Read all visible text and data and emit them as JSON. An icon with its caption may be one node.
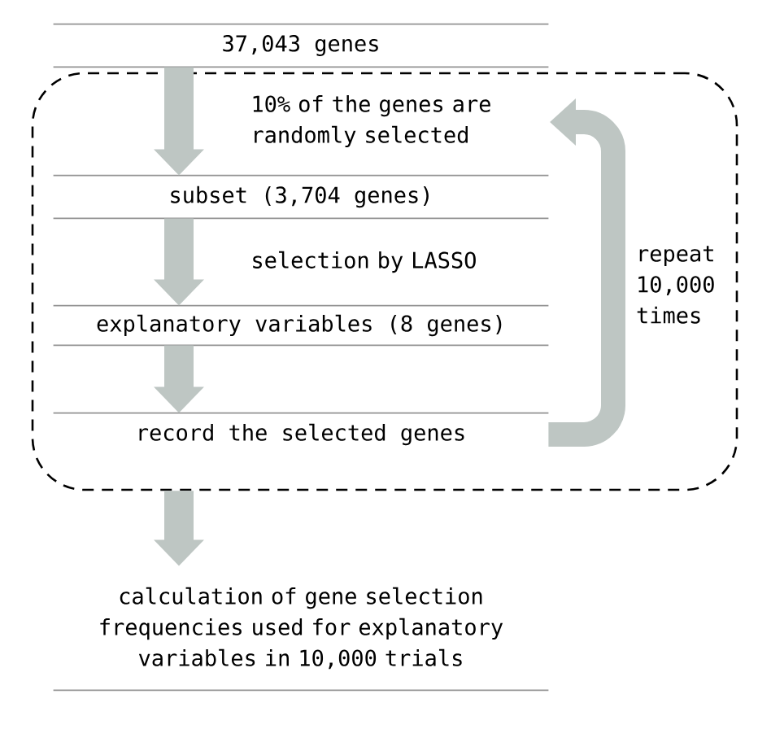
{
  "diagram": {
    "nodes": [
      {
        "text": [
          "37,043 genes"
        ]
      },
      {
        "text": [],
        "shape": "box"
      },
      {
        "text": [
          "subset (3,704 genes)"
        ],
        "in": 1
      },
      {
        "text": [
          "explanatory variables (8 genes)"
        ],
        "in": 1
      },
      {
        "text": [
          "record the selected genes"
        ],
        "in": 1
      },
      {
        "text": [
          "calculation of gene selection frequencies used for explanatory variables in 10,000 trials"
        ]
      }
    ],
    "edges": [
      {
        "from": 0,
        "to": 2,
        "arrow": "to",
        "label": "10% of the genes are randomly selected"
      },
      {
        "from": 2,
        "to": 3,
        "arrow": "to",
        "label": "selection by LASSO"
      },
      {
        "from": 3,
        "to": 4,
        "arrow": "to"
      },
      {
        "from": 4,
        "to": null,
        "arrow": "to",
        "label": "repeat 10,000 times"
      },
      {
        "from": 1,
        "to": 5,
        "arrow": "to"
      }
    ]
  }
}
